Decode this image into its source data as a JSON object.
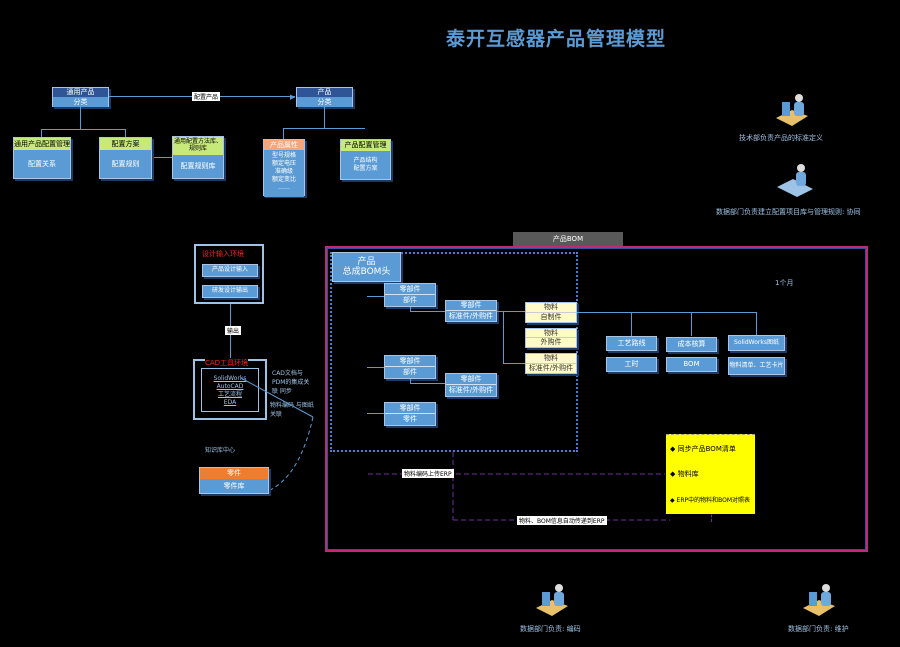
{
  "title": "泰开互感器产品管理模型",
  "top_left": {
    "general_product": {
      "header": "通用产品",
      "body": "分类"
    },
    "link_label": "配置产品",
    "product": {
      "header": "产品",
      "body": "分类"
    },
    "children": [
      {
        "header": "通用产品配置管理",
        "body": "配置关系"
      },
      {
        "header": "配置方案",
        "body": "配置规则"
      },
      {
        "header": "通用配置方法库、规则库",
        "body": "配置规则库"
      }
    ],
    "product_children": [
      {
        "header": "产品属性",
        "body": [
          "型号规格",
          "额定电压",
          "准确级",
          "额定变比",
          "……"
        ]
      },
      {
        "header": "产品配置管理",
        "body": [
          "产品结构",
          "配置方案"
        ]
      }
    ]
  },
  "right_roles": [
    {
      "label": "技术部负责产品的标准定义"
    },
    {
      "label": "数据部门负责建立配置项目库与管理规则: 协同"
    }
  ],
  "left_middle": {
    "design_group": {
      "title": "设计输入环境",
      "items": [
        "产品设计输入",
        "研发设计输出"
      ]
    },
    "connector_label": "输出",
    "tools_group": {
      "title": "CAD工具环境",
      "items": [
        "SolidWorks",
        "AutoCAD",
        "工艺流程",
        "EDA"
      ]
    },
    "side_note_1": "CAD文档与 PDM的集成关联 同步",
    "side_note_2": "物料编码 与图纸关联",
    "bottom_note": "知识库中心",
    "part_box": {
      "header": "零件",
      "body": "零件库"
    }
  },
  "main_region": {
    "header_tab": "产品BOM",
    "bom_title": "产品\n总成BOM头",
    "month_label": "1个月",
    "bom_nodes": [
      {
        "header": "零部件",
        "body": "部件"
      },
      {
        "header": "零部件",
        "body": "标准件/外购件"
      },
      {
        "header": "零部件",
        "body": "部件"
      },
      {
        "header": "零部件",
        "body": "标准件/外购件"
      },
      {
        "header": "零部件",
        "body": "零件"
      }
    ],
    "yellow_nodes": [
      {
        "header": "物料",
        "body": "自制件"
      },
      {
        "header": "物料",
        "body": "外购件"
      },
      {
        "header": "物料",
        "body": "标准件/外购件"
      }
    ],
    "output_nodes": [
      {
        "header": "工艺路线",
        "body": "工时"
      },
      {
        "header": "成本核算",
        "body": "BOM"
      },
      {
        "header": "SolidWorks图纸",
        "body": "物料清单、工艺卡片"
      }
    ],
    "dashed_label_1": "物料编码上传ERP",
    "dashed_label_2": "物料、BOM信息自动传递到ERP",
    "note_items": [
      "同步产品BOM清单",
      "物料库",
      "ERP中的物料和BOM对照表"
    ]
  },
  "bottom_roles": [
    {
      "label": "数据部门负责: 编码"
    },
    {
      "label": "数据部门负责: 维护"
    }
  ],
  "colors": {
    "accent": "#5b9bd5",
    "dark_header": "#2f5597",
    "green_header": "#c6e97a",
    "orange_header": "#f4a57a",
    "note_yellow": "#ffff00",
    "region_border": "#c0287a",
    "dashed_purple": "#7030a0"
  }
}
